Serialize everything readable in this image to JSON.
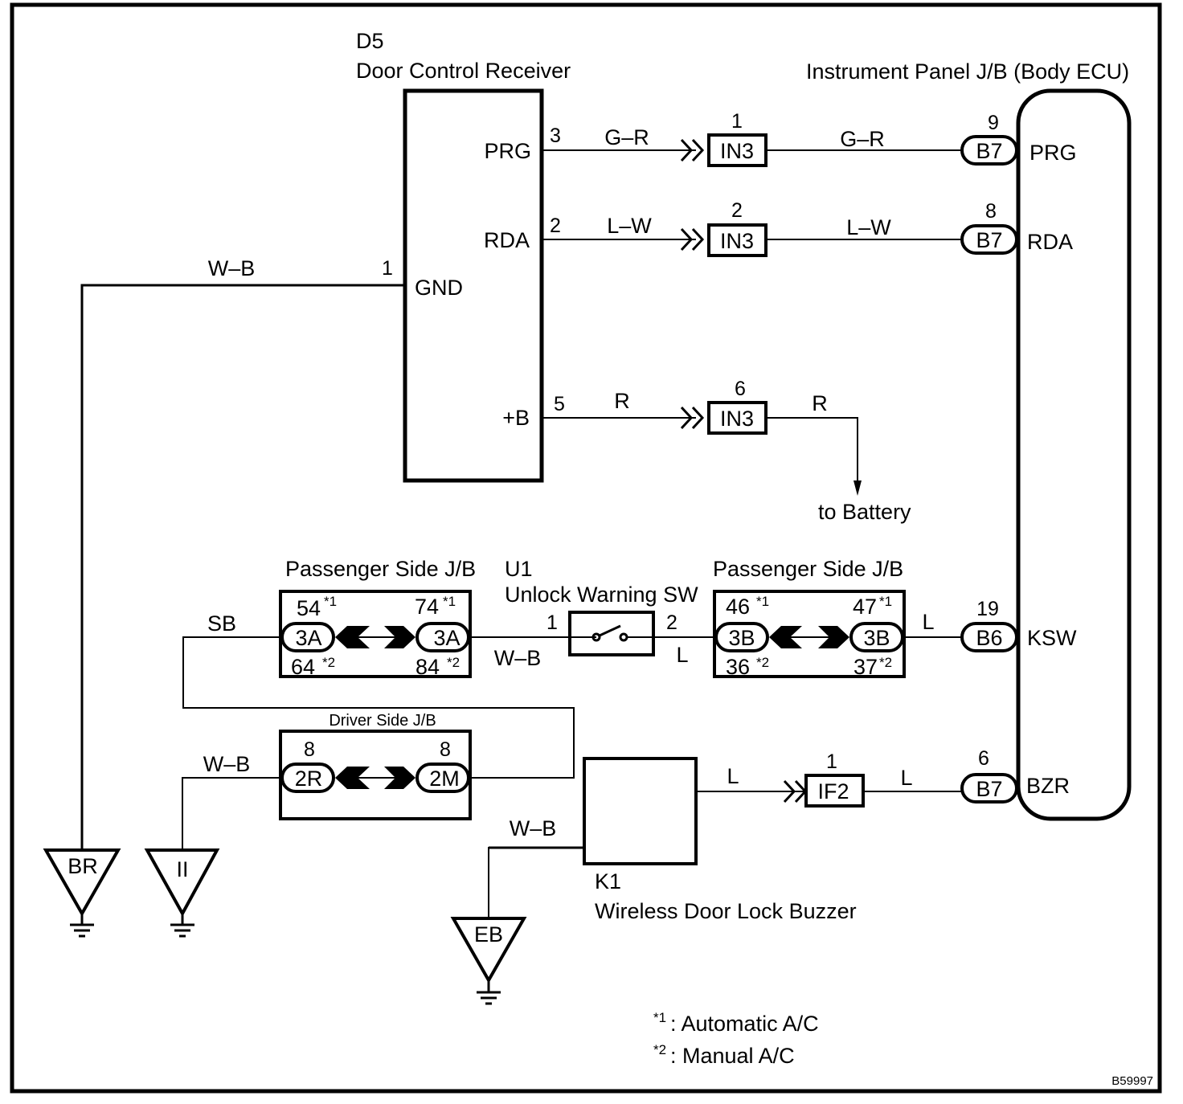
{
  "figure_id": "B59997",
  "components": {
    "door_control_receiver": {
      "code": "D5",
      "name": "Door Control Receiver",
      "pins": [
        {
          "num": "3",
          "name": "PRG"
        },
        {
          "num": "2",
          "name": "RDA"
        },
        {
          "num": "1",
          "name": "GND"
        },
        {
          "num": "5",
          "name": "+B"
        }
      ]
    },
    "body_ecu": {
      "name": "Instrument Panel J/B (Body ECU)",
      "pins": [
        {
          "connector": "B7",
          "num": "9",
          "name": "PRG"
        },
        {
          "connector": "B7",
          "num": "8",
          "name": "RDA"
        },
        {
          "connector": "B6",
          "num": "19",
          "name": "KSW"
        },
        {
          "connector": "B7",
          "num": "6",
          "name": "BZR"
        }
      ]
    },
    "unlock_warning_sw": {
      "code": "U1",
      "name": "Unlock Warning SW",
      "pin_left": "1",
      "pin_right": "2"
    },
    "buzzer": {
      "code": "K1",
      "name": "Wireless Door Lock Buzzer"
    },
    "passenger_jb_left": {
      "title": "Passenger Side J/B",
      "left_connector": "3A",
      "right_connector": "3A",
      "left_top": "54",
      "left_top_note": "*1",
      "left_bottom": "64",
      "left_bottom_note": "*2",
      "right_top": "74",
      "right_top_note": "*1",
      "right_bottom": "84",
      "right_bottom_note": "*2"
    },
    "passenger_jb_right": {
      "title": "Passenger Side J/B",
      "left_connector": "3B",
      "right_connector": "3B",
      "left_top": "46",
      "left_top_note": "*1",
      "left_bottom": "36",
      "left_bottom_note": "*2",
      "right_top": "47",
      "right_top_note": "*1",
      "right_bottom": "37",
      "right_bottom_note": "*2"
    },
    "driver_jb": {
      "title": "Driver Side J/B",
      "left_connector": "2R",
      "right_connector": "2M",
      "left_pin": "8",
      "right_pin": "8"
    }
  },
  "junction_connectors": [
    {
      "id": "IN3",
      "pin": "1"
    },
    {
      "id": "IN3",
      "pin": "2"
    },
    {
      "id": "IN3",
      "pin": "6"
    },
    {
      "id": "IF2",
      "pin": "1"
    }
  ],
  "wires": {
    "prg_left": "G–R",
    "prg_right": "G–R",
    "rda_left": "L–W",
    "rda_right": "L–W",
    "b_left": "R",
    "b_right": "R",
    "gnd": "W–B",
    "sb": "SB",
    "sw_left": "W–B",
    "sw_right": "L",
    "ksw": "L",
    "driver_gnd": "W–B",
    "buzzer_out": "L",
    "bzr": "L",
    "buzzer_gnd": "W–B"
  },
  "to_battery": "to Battery",
  "grounds": [
    {
      "label": "BR"
    },
    {
      "label": "II"
    },
    {
      "label": "EB"
    }
  ],
  "notes": [
    {
      "mark": "*1",
      "text": ": Automatic A/C"
    },
    {
      "mark": "*2",
      "text": ": Manual A/C"
    }
  ]
}
